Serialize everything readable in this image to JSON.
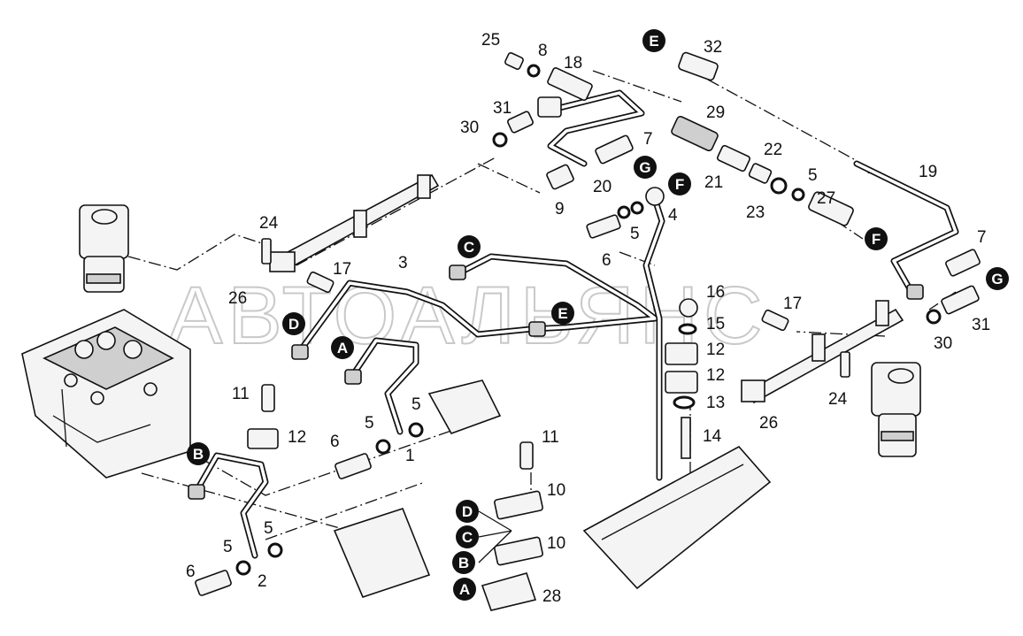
{
  "watermark": "АВТОАЛЬЯНС",
  "colors": {
    "line": "#111111",
    "marker": "#111111",
    "watermark": "#c9c9c9"
  },
  "markers": [
    "A",
    "B",
    "C",
    "D",
    "E",
    "F",
    "G"
  ],
  "part_numbers": [
    "1",
    "2",
    "3",
    "4",
    "5",
    "6",
    "7",
    "8",
    "9",
    "10",
    "11",
    "12",
    "13",
    "14",
    "15",
    "16",
    "17",
    "18",
    "19",
    "20",
    "21",
    "22",
    "23",
    "24",
    "25",
    "26",
    "27",
    "28",
    "29",
    "30",
    "31",
    "32"
  ]
}
